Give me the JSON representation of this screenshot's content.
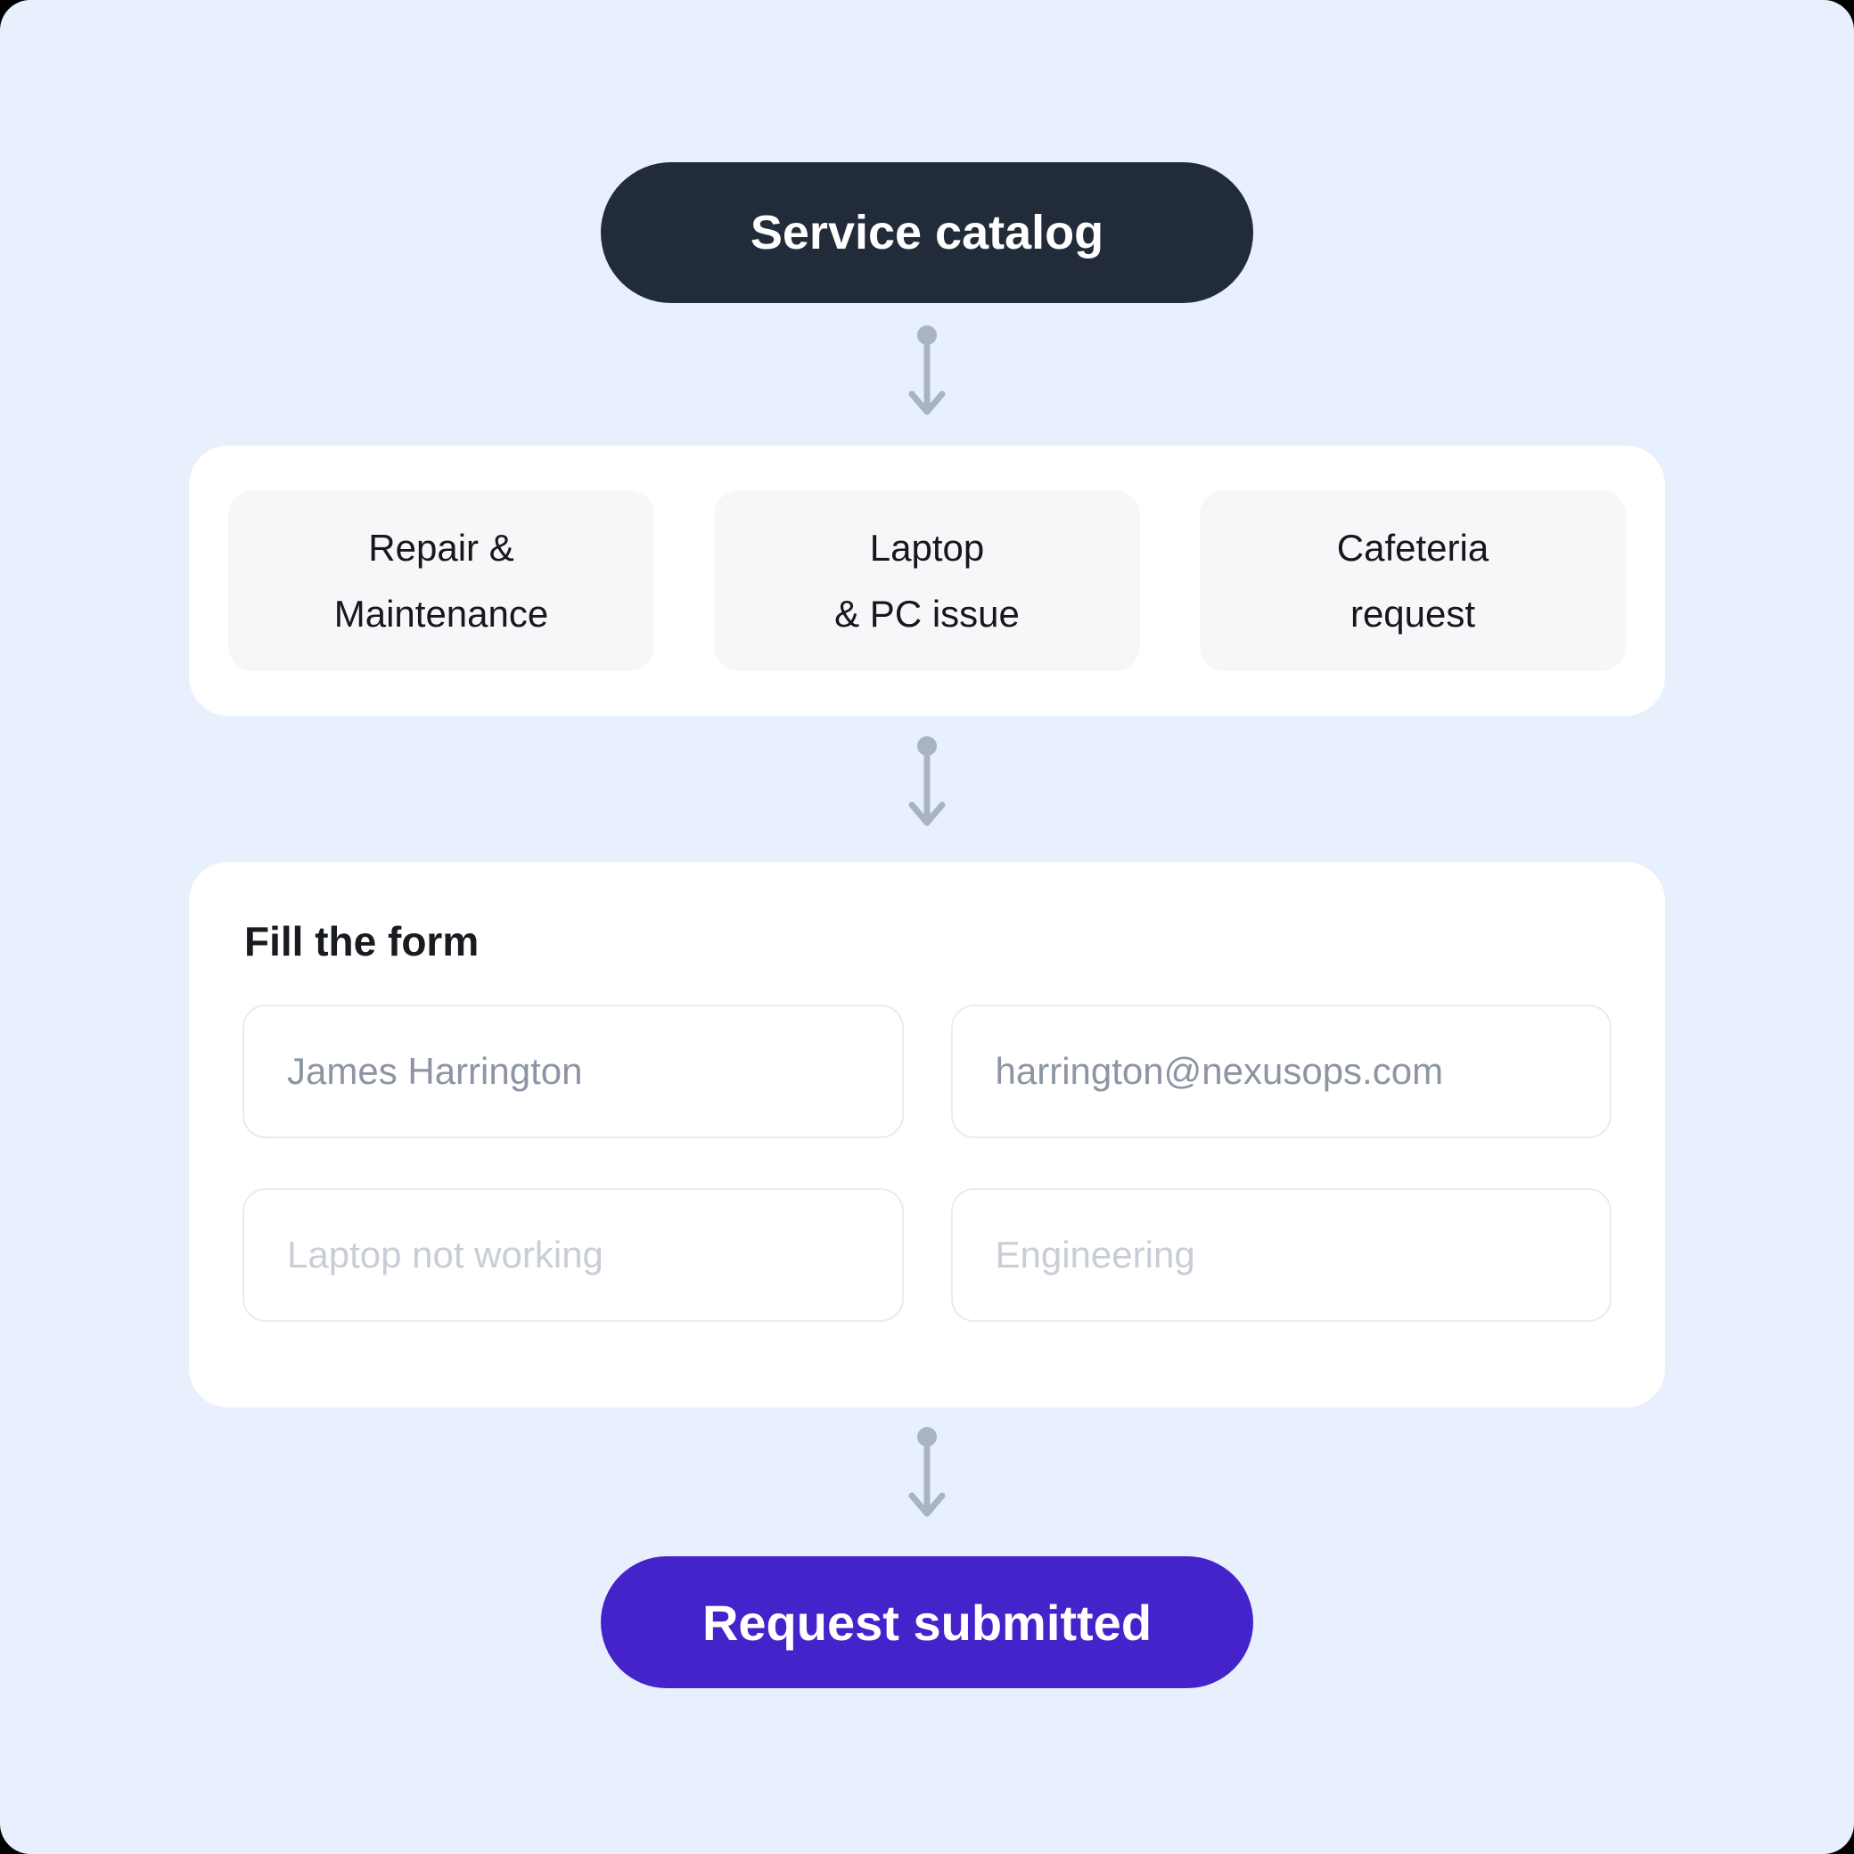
{
  "colors": {
    "background": "#e9f0fd",
    "corner_frame": "#000000",
    "start_node_bg": "#222b39",
    "end_node_bg": "#4423ca",
    "arrow": "#a9b4c3",
    "card_bg": "#ffffff",
    "option_bg": "#f6f7f8",
    "input_border": "#e8ebf0",
    "input_text": "#8d95a5",
    "input_placeholder_text": "#c8cdd6"
  },
  "flow": {
    "start_node": {
      "label": "Service catalog"
    },
    "options_node": {
      "options": [
        {
          "lines": [
            "Repair &",
            "Maintenance"
          ]
        },
        {
          "lines": [
            "Laptop",
            "& PC issue"
          ]
        },
        {
          "lines": [
            "Cafeteria",
            "request"
          ]
        }
      ]
    },
    "form_node": {
      "title": "Fill the form",
      "fields": [
        {
          "value": "James Harrington"
        },
        {
          "value": "harrington@nexusops.com"
        },
        {
          "placeholder": "Laptop not working"
        },
        {
          "placeholder": "Engineering"
        }
      ]
    },
    "end_node": {
      "label": "Request submitted"
    }
  }
}
